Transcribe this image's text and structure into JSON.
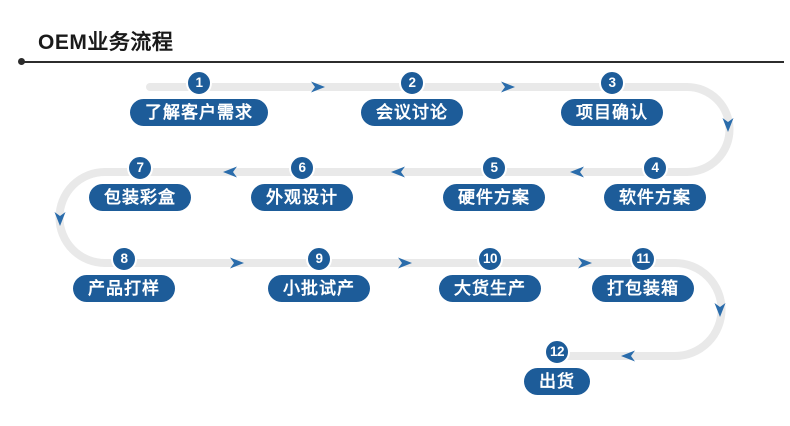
{
  "title": "OEM业务流程",
  "colors": {
    "step_blue": "#1d5c99",
    "arrow_blue": "#2a6cab",
    "path_gray": "#e9e9e9",
    "title_black": "#1a1a1a"
  },
  "icons": {
    "flow_arrow": "triangle-arrowhead"
  },
  "steps": [
    {
      "number": "1",
      "label": "了解客户需求"
    },
    {
      "number": "2",
      "label": "会议讨论"
    },
    {
      "number": "3",
      "label": "项目确认"
    },
    {
      "number": "4",
      "label": "软件方案"
    },
    {
      "number": "5",
      "label": "硬件方案"
    },
    {
      "number": "6",
      "label": "外观设计"
    },
    {
      "number": "7",
      "label": "包装彩盒"
    },
    {
      "number": "8",
      "label": "产品打样"
    },
    {
      "number": "9",
      "label": "小批试产"
    },
    {
      "number": "10",
      "label": "大货生产"
    },
    {
      "number": "11",
      "label": "打包装箱"
    },
    {
      "number": "12",
      "label": "出货"
    }
  ]
}
